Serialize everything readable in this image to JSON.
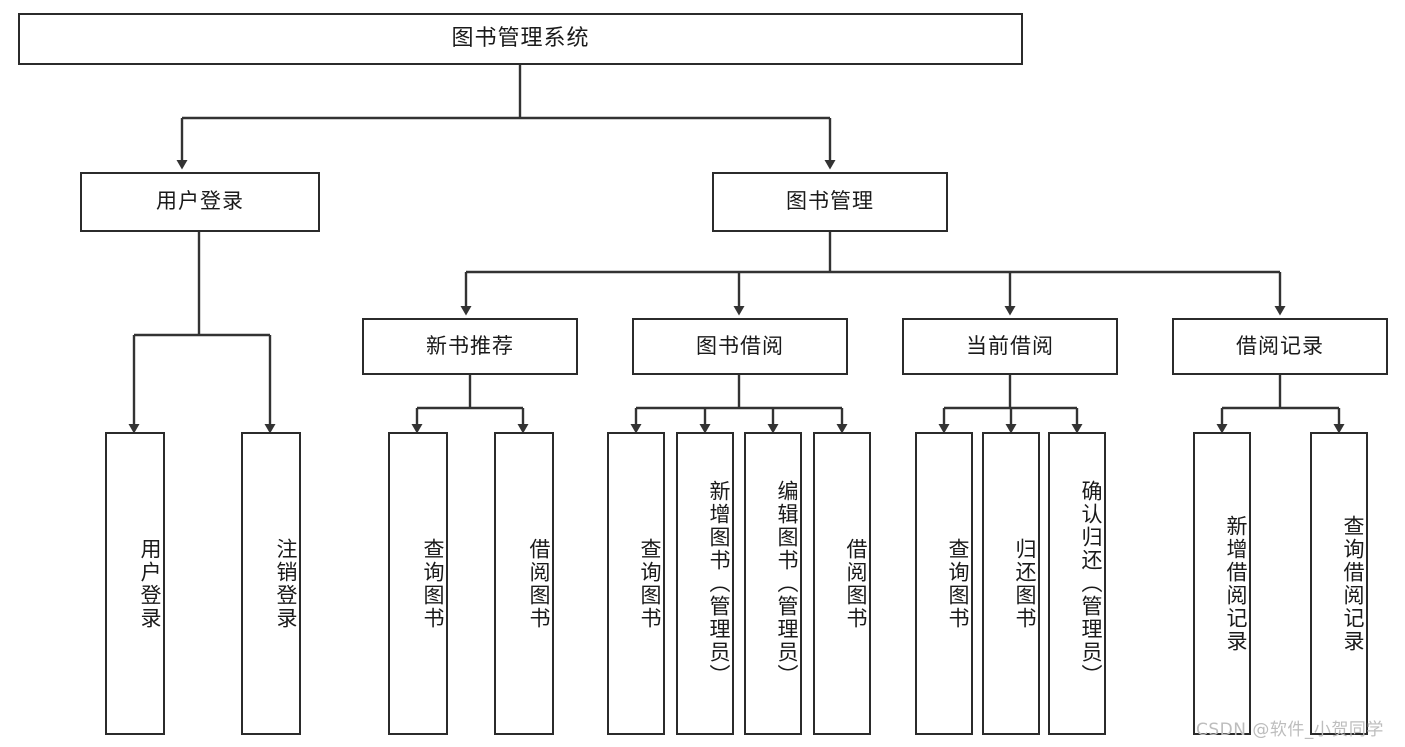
{
  "diagram": {
    "title": "图书管理系统",
    "type": "tree-hierarchy",
    "watermark": "CSDN @软件_小贺同学",
    "colors": {
      "border": "#2b2b2b",
      "text": "#1a1a1a",
      "background": "#ffffff",
      "connector": "#333333",
      "watermark": "#bdbdbd"
    },
    "root": {
      "label": "图书管理系统"
    },
    "level2": [
      {
        "label": "用户登录"
      },
      {
        "label": "图书管理"
      }
    ],
    "level3": [
      {
        "label": "新书推荐"
      },
      {
        "label": "图书借阅"
      },
      {
        "label": "当前借阅"
      },
      {
        "label": "借阅记录"
      }
    ],
    "leaves": {
      "user_login": [
        {
          "label": "用户登录"
        },
        {
          "label": "注销登录"
        }
      ],
      "new_book_recommend": [
        {
          "label": "查询图书"
        },
        {
          "label": "借阅图书"
        }
      ],
      "book_borrow": [
        {
          "label": "查询图书"
        },
        {
          "label": "新增图书（管理员）"
        },
        {
          "label": "编辑图书（管理员）"
        },
        {
          "label": "借阅图书"
        }
      ],
      "current_borrow": [
        {
          "label": "查询图书"
        },
        {
          "label": "归还图书"
        },
        {
          "label": "确认归还（管理员）"
        }
      ],
      "borrow_records": [
        {
          "label": "新增借阅记录"
        },
        {
          "label": "查询借阅记录"
        }
      ]
    }
  }
}
